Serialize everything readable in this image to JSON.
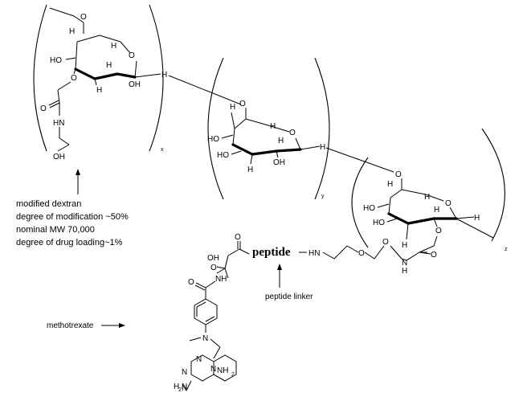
{
  "dextran_note": {
    "line1": "modified dextran",
    "line2": "degree of modification ~50%",
    "line3": "nominal MW 70,000",
    "line4": "degree of drug loading~1%"
  },
  "labels": {
    "peptide": "peptide",
    "peptide_linker": "peptide linker",
    "methotrexate": "methotrexate"
  },
  "subscripts": {
    "x": "x",
    "y": "y",
    "z": "z"
  },
  "atoms": {
    "O": "O",
    "H": "H",
    "HO": "HO",
    "OH": "OH",
    "HN": "HN",
    "NH": "NH",
    "N": "N",
    "H_": "H",
    "NH2": "NH",
    "two": "2",
    "H2N": "H",
    "N_": "N"
  }
}
